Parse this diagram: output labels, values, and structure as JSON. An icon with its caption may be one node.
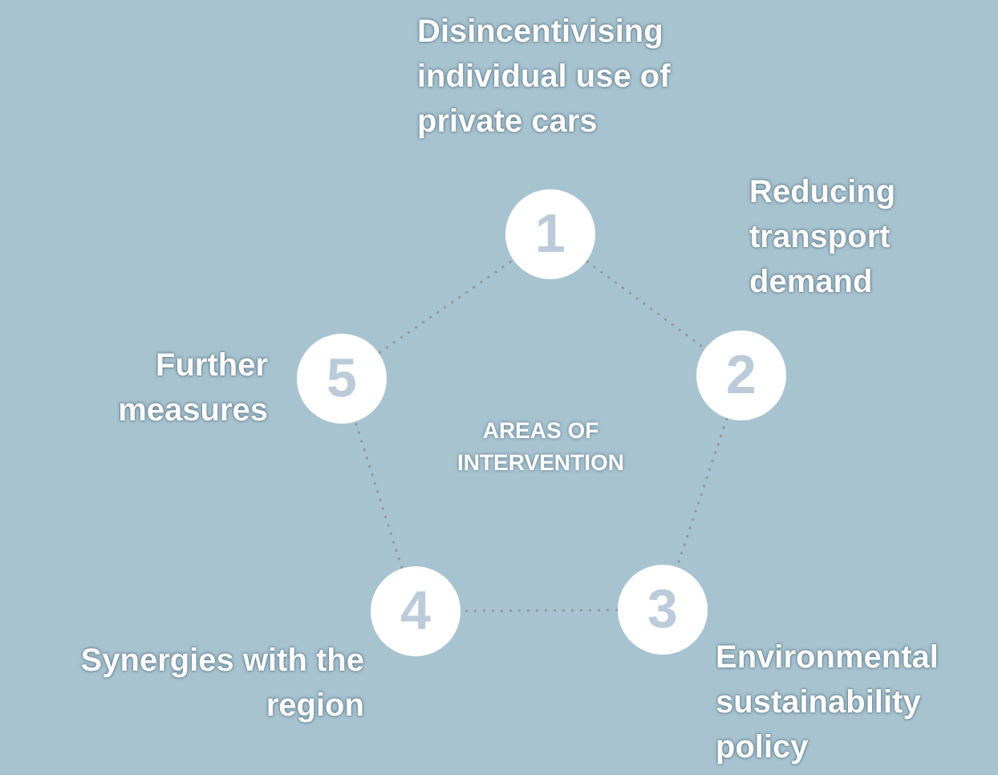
{
  "diagram": {
    "nodes": [
      {
        "text": [
          "1"
        ],
        "beside": [
          "Disincentivising individual use of private cars"
        ]
      },
      {
        "text": [
          "2"
        ],
        "beside": [
          "Reducing transport demand"
        ]
      },
      {
        "text": [
          "3"
        ],
        "beside": [
          "Environmental sustainability policy"
        ]
      },
      {
        "text": [
          "4"
        ],
        "beside": [
          "Synergies with the region"
        ]
      },
      {
        "text": [
          "5"
        ],
        "beside": [
          "Further measures"
        ]
      }
    ],
    "edges": [
      {
        "from": 0,
        "to": 1,
        "arrow": "none",
        "style": "dashed"
      },
      {
        "from": 1,
        "to": 2,
        "arrow": "none",
        "style": "dashed"
      },
      {
        "from": 2,
        "to": 3,
        "arrow": "none",
        "style": "dashed"
      },
      {
        "from": 3,
        "to": 4,
        "arrow": "none",
        "style": "dashed"
      },
      {
        "from": 4,
        "to": 0,
        "arrow": "none",
        "style": "dashed"
      }
    ],
    "labels": [
      "AREAS OF INTERVENTION"
    ]
  }
}
